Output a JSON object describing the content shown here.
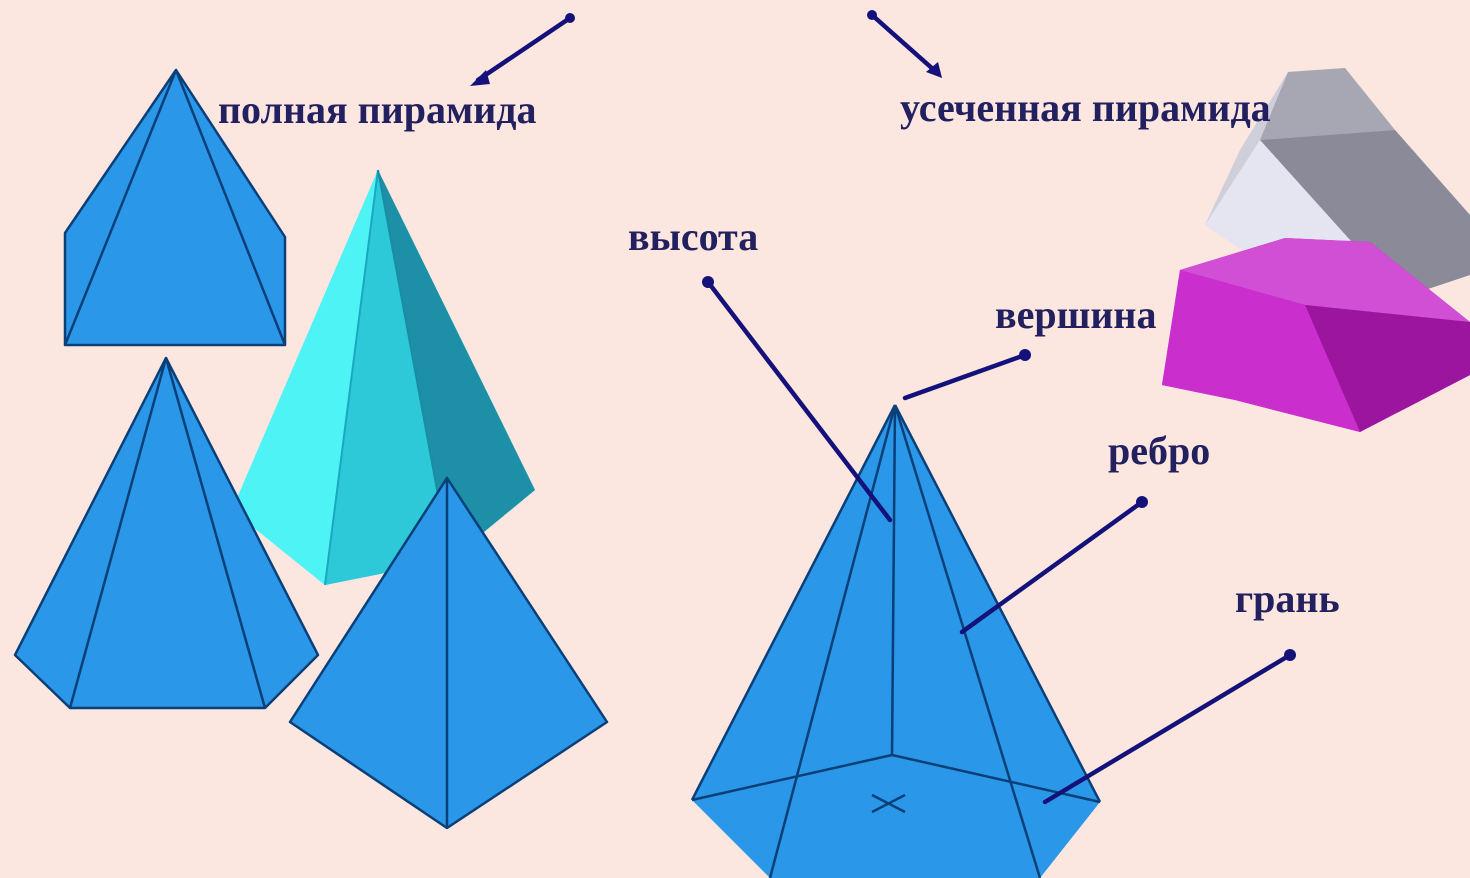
{
  "labels": {
    "full_pyramid": "полная пирамида",
    "truncated_pyramid": "усеченная пирамида",
    "height": "высота",
    "apex": "вершина",
    "edge": "ребро",
    "face": "грань"
  },
  "colors": {
    "background": "#fbe6e0",
    "pyramid_blue": "#2a97e8",
    "pyramid_cyan": "#3fe7ef",
    "pyramid_teal": "#1d8fa6",
    "truncated_gray": "#c9c9d4",
    "truncated_magenta": "#c01ac6",
    "label_text": "#23205f",
    "pointer_line": "#14127a"
  }
}
